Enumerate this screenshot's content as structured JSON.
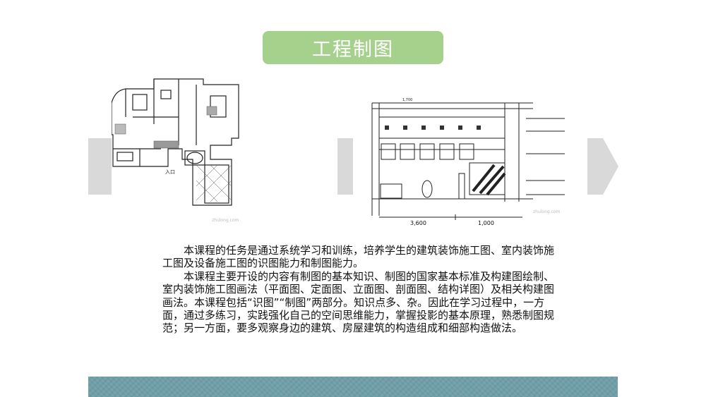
{
  "slide": {
    "title": "工程制图",
    "paragraphs": [
      "本课程的任务是通过系统学习和训练，培养学生的建筑装饰施工图、室内装饰施工图及设备施工图的识图能力和制图能力。",
      "本课程主要开设的内容有制图的基本知识、制图的国家基本标准及构建图绘制、室内装饰施工图画法（平面图、定面图、立面图、剖面图、结构详图）及相关构建图画法。本课程包括“识图”“制图”两部分。知识点多、杂。因此在学习过程中，一方面，通过多练习，实践强化自己的空间思维能力，掌握投影的基本原理，熟悉制图规范；另一方面，要多观察身边的建筑、房屋建筑的构造组成和细部构造做法。"
    ]
  },
  "floor_plan": {
    "entrance_label": "入口",
    "watermark": "zhulong.com"
  },
  "elevation": {
    "dim_total": "3,600",
    "dim_right": "1,000",
    "dim_top_left": "1,700",
    "watermark": "zhulong.com"
  },
  "colors": {
    "title_bg": "#a6d18d",
    "band": "#709ea8",
    "arrow": "#d9d9d9"
  }
}
